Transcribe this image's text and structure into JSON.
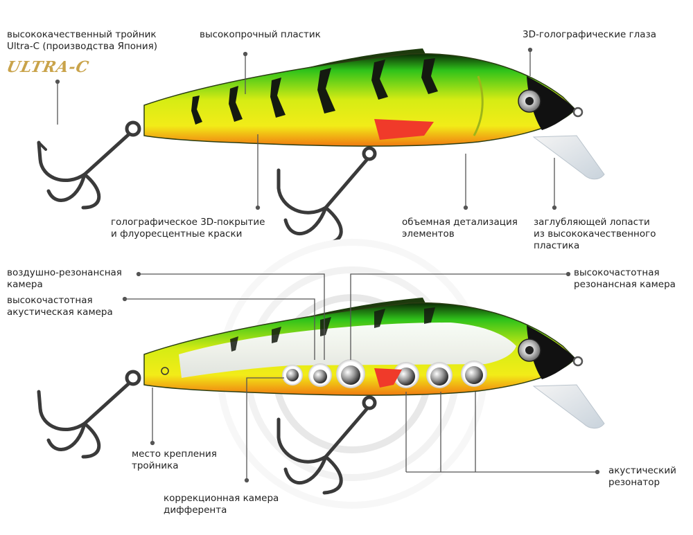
{
  "brand": {
    "logo_text": "ULTRA-C",
    "logo_color": "#c9a34a"
  },
  "top_labels": {
    "hook_quality": [
      "высококачественный тройник",
      "Ultra-C (производства Япония)"
    ],
    "plastic": [
      "высокопрочный пластик"
    ],
    "eyes": [
      "3D-голографические глаза"
    ],
    "coating": [
      "голографическое 3D-покрытие",
      "и флуоресцентные краски"
    ],
    "detail": [
      "объемная детализация",
      "элементов"
    ],
    "lip": [
      "заглубляющей лопасти",
      "из высококачественного",
      "пластика"
    ]
  },
  "bottom_labels": {
    "air_chamber": [
      "воздушно-резонансная",
      "камера"
    ],
    "acoustic_chamber": [
      "высокочастотная",
      "акустическая камера"
    ],
    "hf_resonance": [
      "высокочастотная",
      "резонансная камера"
    ],
    "hook_mount": [
      "место крепления",
      "тройника"
    ],
    "trim_chamber": [
      "коррекционная камера",
      "дифферента"
    ],
    "resonator": [
      "акустический",
      "резонатор"
    ]
  },
  "colors": {
    "body_green": "#2fc21a",
    "body_yellow": "#f2ec18",
    "belly_orange": "#f07a10",
    "stripe": "#141a10",
    "fin_red": "#f03a2a",
    "leader_line": "#555555"
  }
}
